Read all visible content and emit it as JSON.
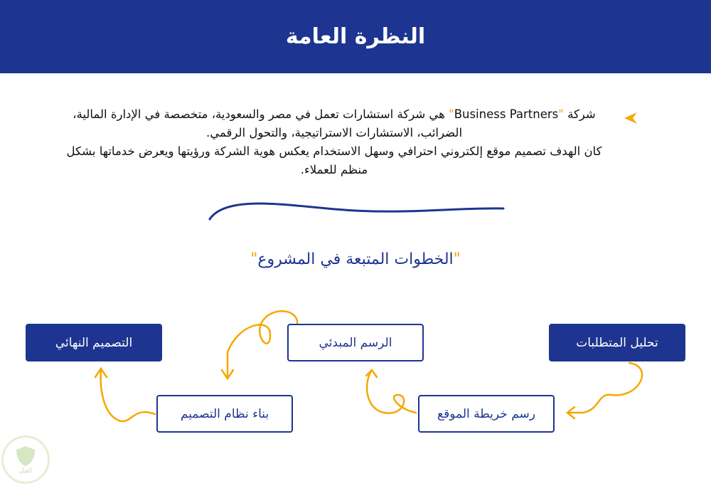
{
  "header": {
    "title": "النظرة العامة"
  },
  "intro": {
    "line1_prefix": "شركة ",
    "company": "Business Partners",
    "line1_suffix": " هي شركة استشارات تعمل في مصر والسعودية، متخصصة في الإدارة المالية، الضرائب، الاستشارات الاستراتيجية، والتحول الرقمي.",
    "line2": "كان الهدف تصميم موقع إلكتروني احترافي وسهل الاستخدام يعكس هوية الشركة ورؤيتها ويعرض خدماتها بشكل منظم للعملاء."
  },
  "steps_title": "الخطوات المتبعة في المشروع",
  "steps": [
    {
      "label": "تحليل المتطلبات"
    },
    {
      "label": "رسم خريطة الموقع"
    },
    {
      "label": "الرسم المبدئي"
    },
    {
      "label": "بناء نظام التصميم"
    },
    {
      "label": "التصميم النهائي"
    }
  ],
  "logo": {
    "text": "كفيل"
  },
  "colors": {
    "primary": "#1d3590",
    "accent": "#f5a800"
  }
}
